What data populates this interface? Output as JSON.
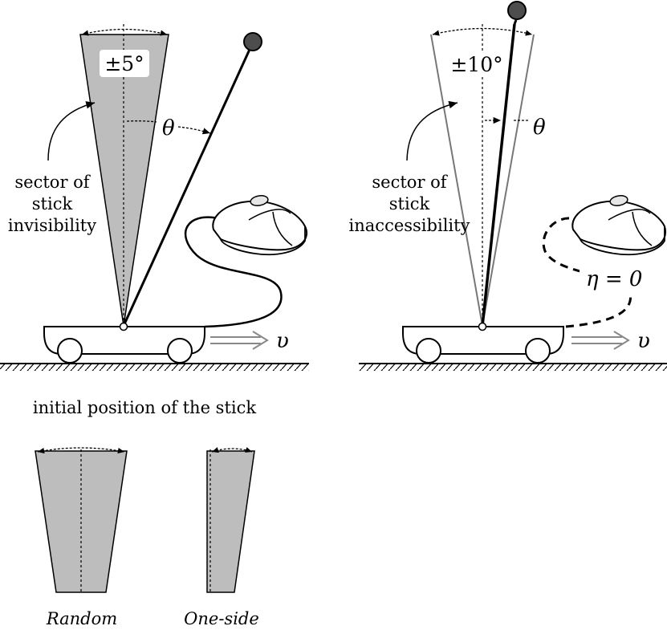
{
  "left_panel": {
    "angle_label": "±5°",
    "theta_label": "θ",
    "sector_label": [
      "sector of",
      "stick",
      "invisibility"
    ],
    "velocity_label": "υ"
  },
  "right_panel": {
    "angle_label": "±10°",
    "theta_label": "θ",
    "sector_label": [
      "sector of",
      "stick",
      "inaccessibility"
    ],
    "eta_label": "η = 0",
    "velocity_label": "υ"
  },
  "initial_position": {
    "title": "initial position of the stick",
    "options": [
      "Random",
      "One-side"
    ]
  },
  "colors": {
    "sector_fill": "#bdbdbd",
    "sector_outline_light": "#777777",
    "pole_knob": "#4d4d4d",
    "arrow_gray": "#888888",
    "ink": "#000000"
  }
}
